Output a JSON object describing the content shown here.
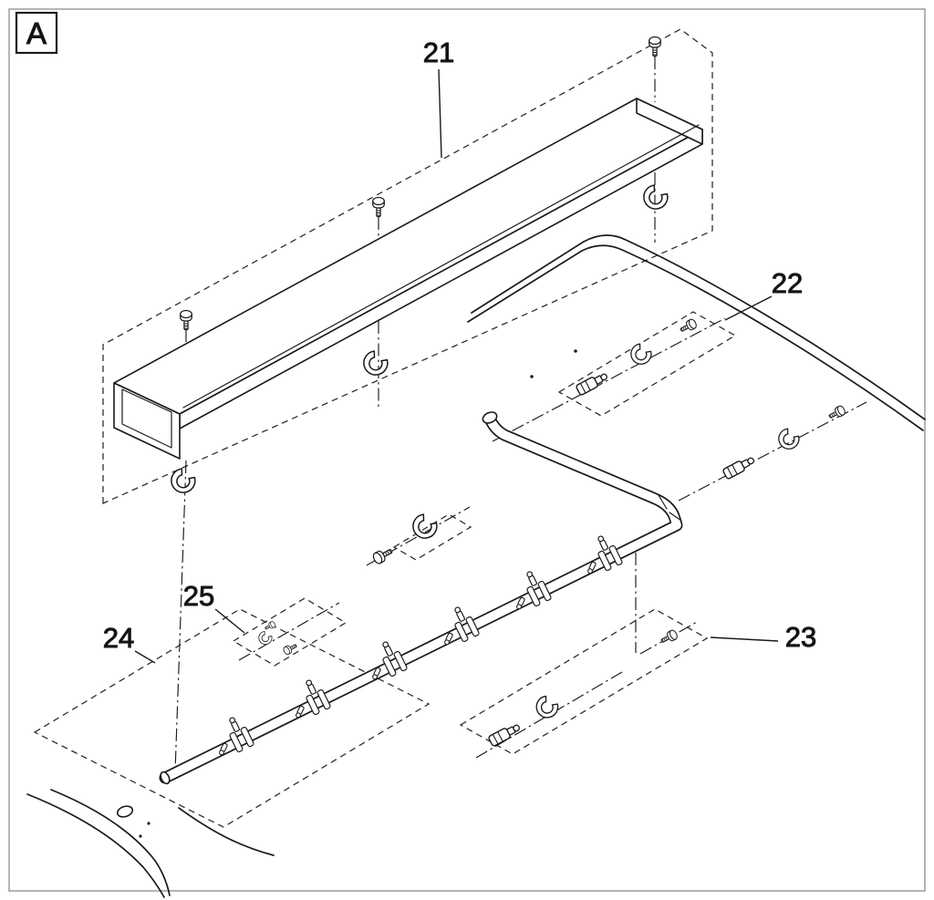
{
  "view_label": "A",
  "part_labels": [
    "21",
    "22",
    "23",
    "24",
    "25"
  ],
  "colors": {
    "line": "#1a1a1a",
    "phantom": "#2f2f2f",
    "frame": "#9b9b9b",
    "background": "#ffffff"
  }
}
